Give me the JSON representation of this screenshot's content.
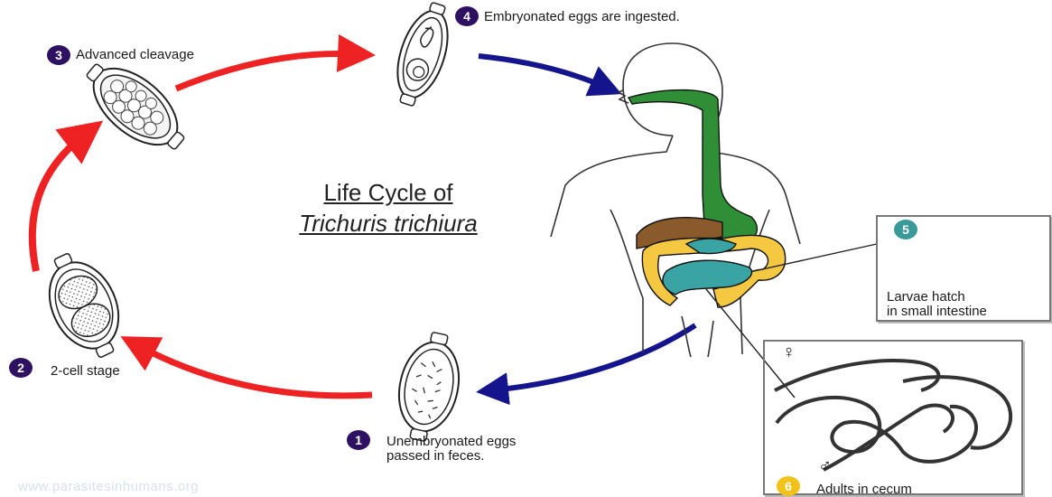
{
  "title": {
    "line1": "Life Cycle of",
    "line2": "Trichuris trichiura"
  },
  "colors": {
    "badge_purple": "#2e1160",
    "badge_teal": "#3a9a9a",
    "badge_gold": "#f2c21a",
    "arrow_red": "#ee2222",
    "arrow_blue": "#14148c",
    "esophagus_green": "#2f8f36",
    "liver_brown": "#8a5a2a",
    "colon_yellow": "#f5c842",
    "intestine_teal": "#3aa3a3"
  },
  "stages": [
    {
      "number": "1",
      "text_line1": "Unembryonated eggs",
      "text_line2": "passed in feces."
    },
    {
      "number": "2",
      "text_line1": "2-cell stage"
    },
    {
      "number": "3",
      "text_line1": "Advanced cleavage"
    },
    {
      "number": "4",
      "text_line1": "Embryonated eggs are ingested."
    },
    {
      "number": "5",
      "text_line1": "Larvae hatch",
      "text_line2": "in small intestine"
    },
    {
      "number": "6",
      "text_line1": "Adults in cecum"
    }
  ],
  "sex_symbols": {
    "female": "♀",
    "male": "♂"
  },
  "watermark": "www.parasitesinhumans.org",
  "icons": [
    "egg-unembryonated-icon",
    "egg-2-cell-icon",
    "egg-advanced-cleavage-icon",
    "egg-embryonated-icon",
    "human-body-icon",
    "larva-icon",
    "adult-worms-icon"
  ]
}
